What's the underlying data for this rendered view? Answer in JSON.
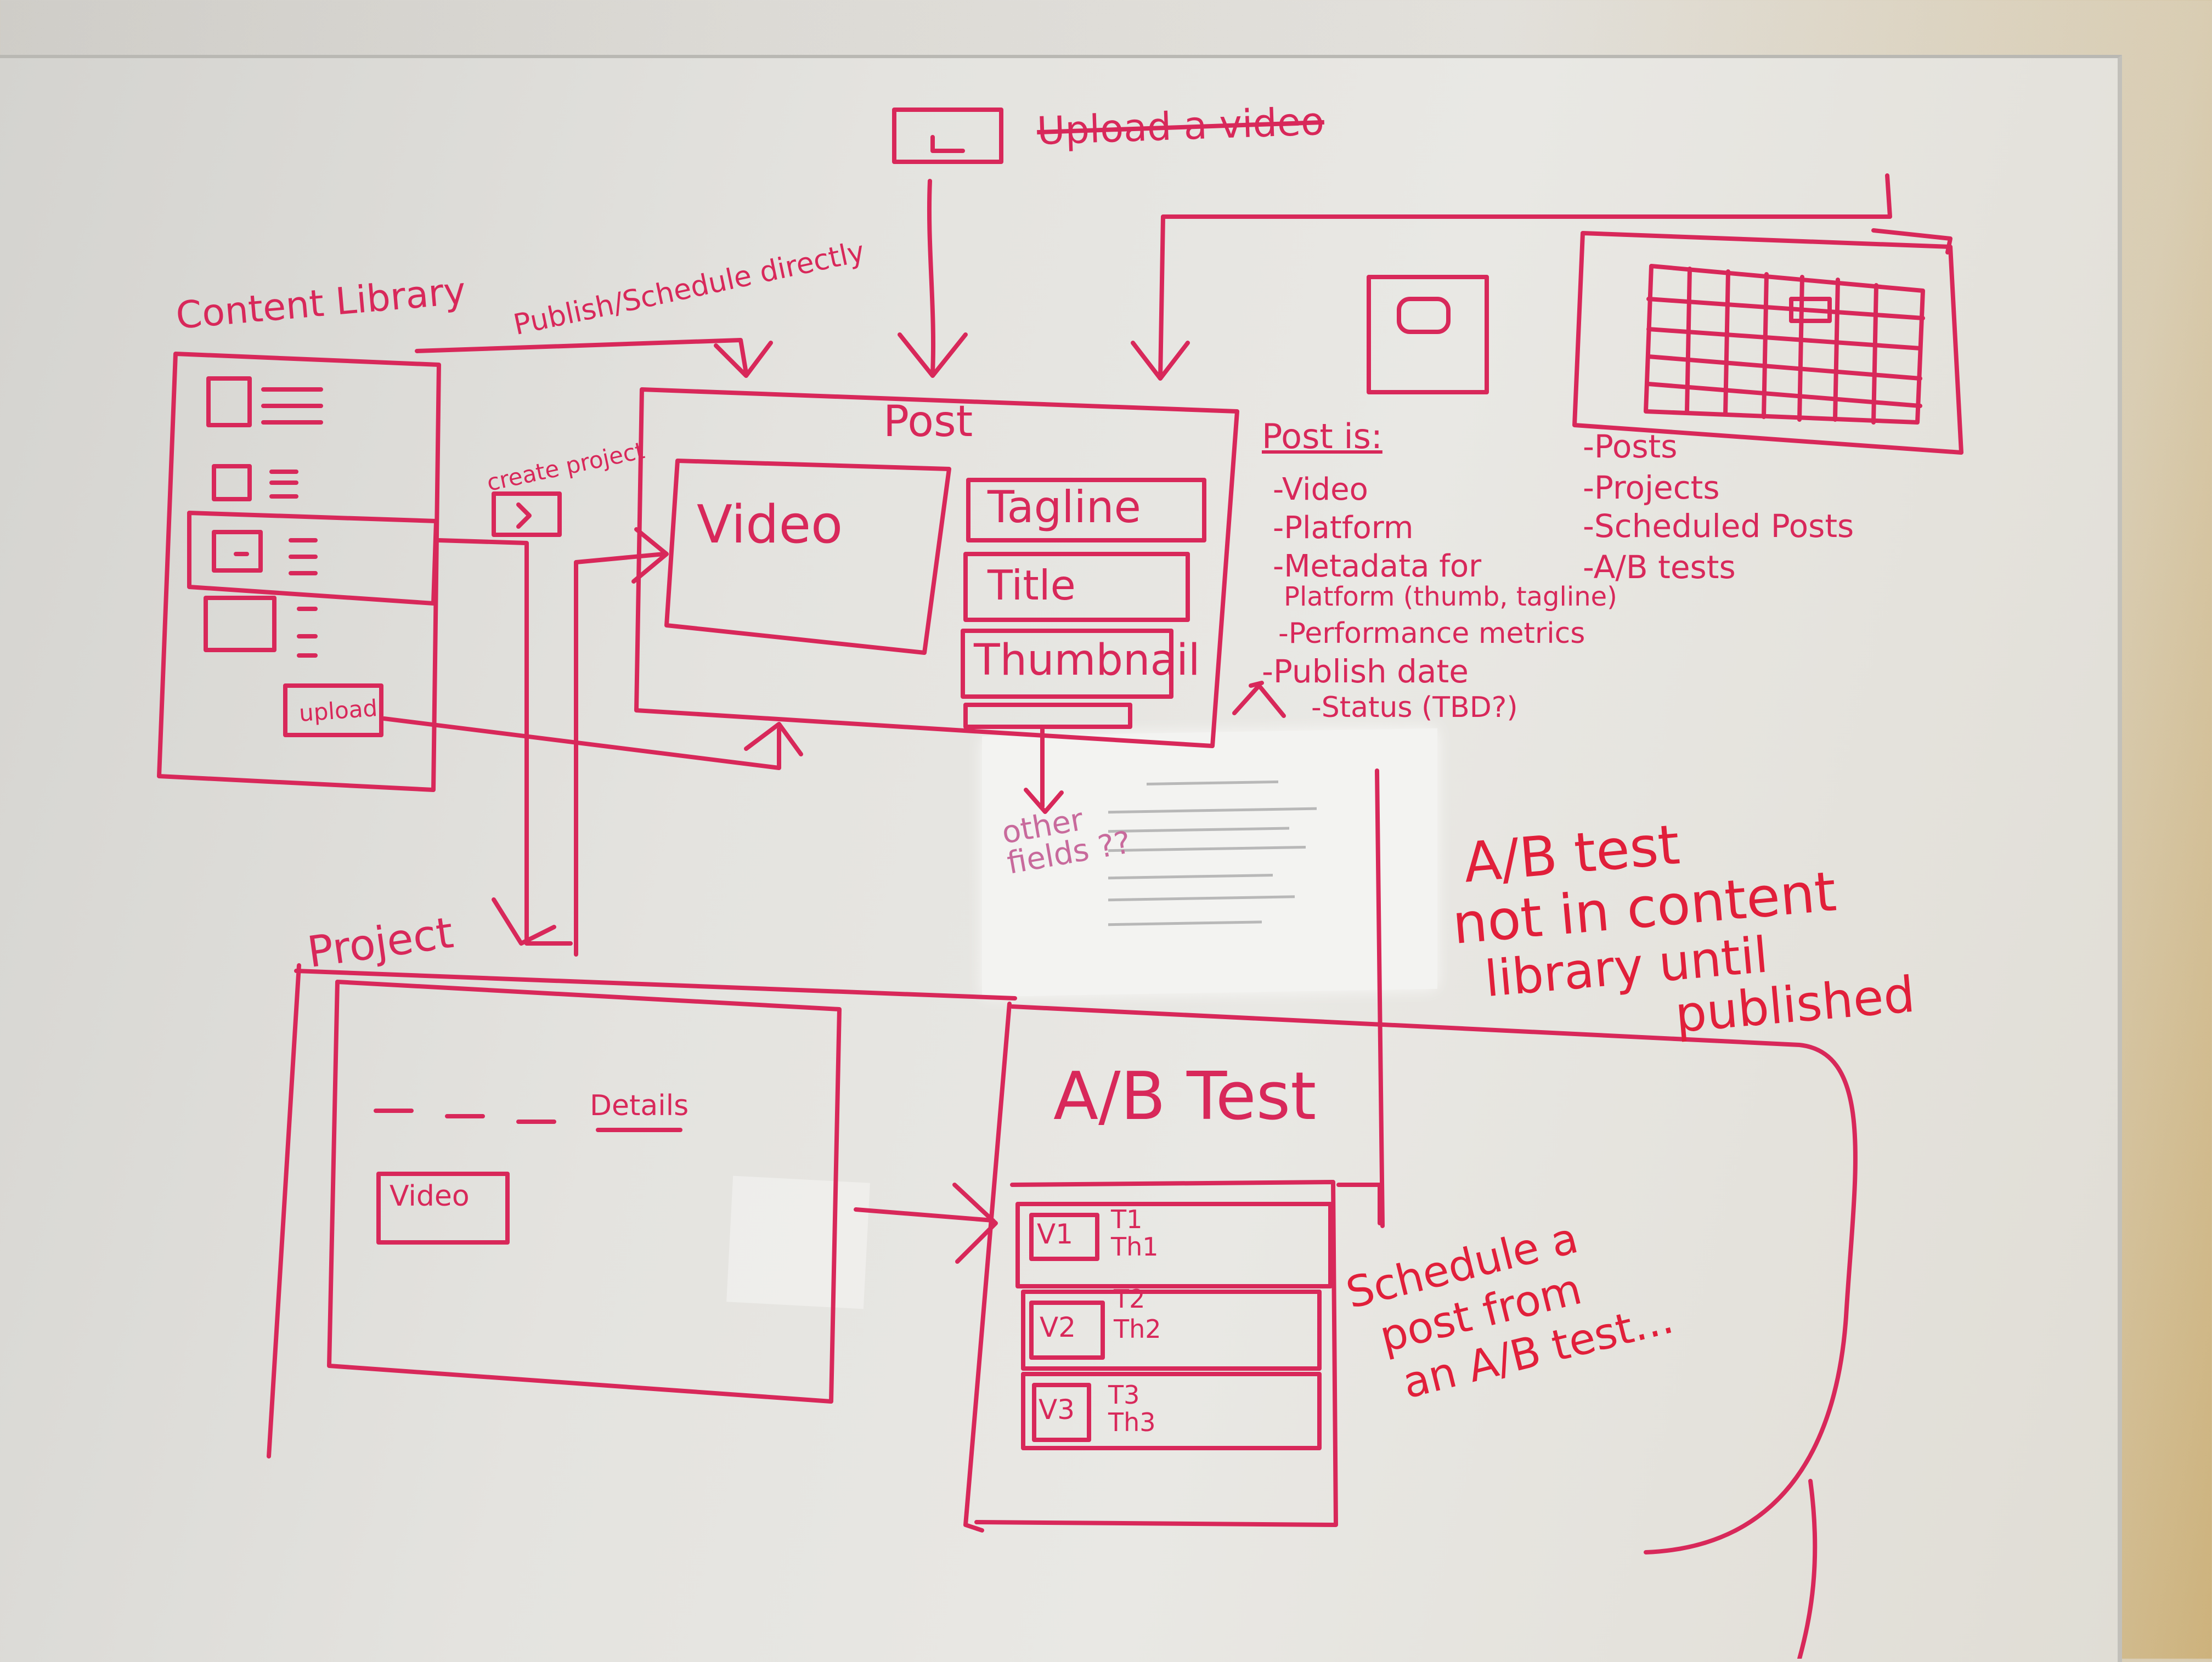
{
  "diagram": {
    "upload_video_label": "Upload a video",
    "content_library_title": "Content Library",
    "publish_schedule_label": "Publish/Schedule directly",
    "create_project_label": "create project",
    "upload_button_label": "upload",
    "post_title": "Post",
    "post_video_label": "Video",
    "post_fields": [
      "Tagline",
      "Title",
      "Thumbnail"
    ],
    "other_fields_label": "other fields ??",
    "post_is_heading": "Post is:",
    "post_is_items": [
      "-Video",
      "-Platform",
      "-Metadata for",
      "Platform (thumb, tagline)",
      "-Performance metrics",
      "-Publish date",
      "-Status (TBD?)"
    ],
    "calendar_items": [
      "-Posts",
      "-Projects",
      "-Scheduled Posts",
      "-A/B tests"
    ],
    "ab_note": [
      "A/B test",
      "not in content",
      "library until",
      "published"
    ],
    "project_title": "Project",
    "project_details_label": "Details",
    "project_video_label": "Video",
    "ab_test_title": "A/B Test",
    "ab_variants": [
      {
        "version": "V1",
        "title": "T1",
        "thumb": "Th1"
      },
      {
        "version": "V2",
        "title": "T2",
        "thumb": "Th2"
      },
      {
        "version": "V3",
        "title": "T3",
        "thumb": "Th3"
      }
    ],
    "schedule_note": [
      "Schedule a",
      "post from",
      "an A/B test..."
    ],
    "ink_color": "#d8285a",
    "red_ink_color": "#e11f3a"
  }
}
